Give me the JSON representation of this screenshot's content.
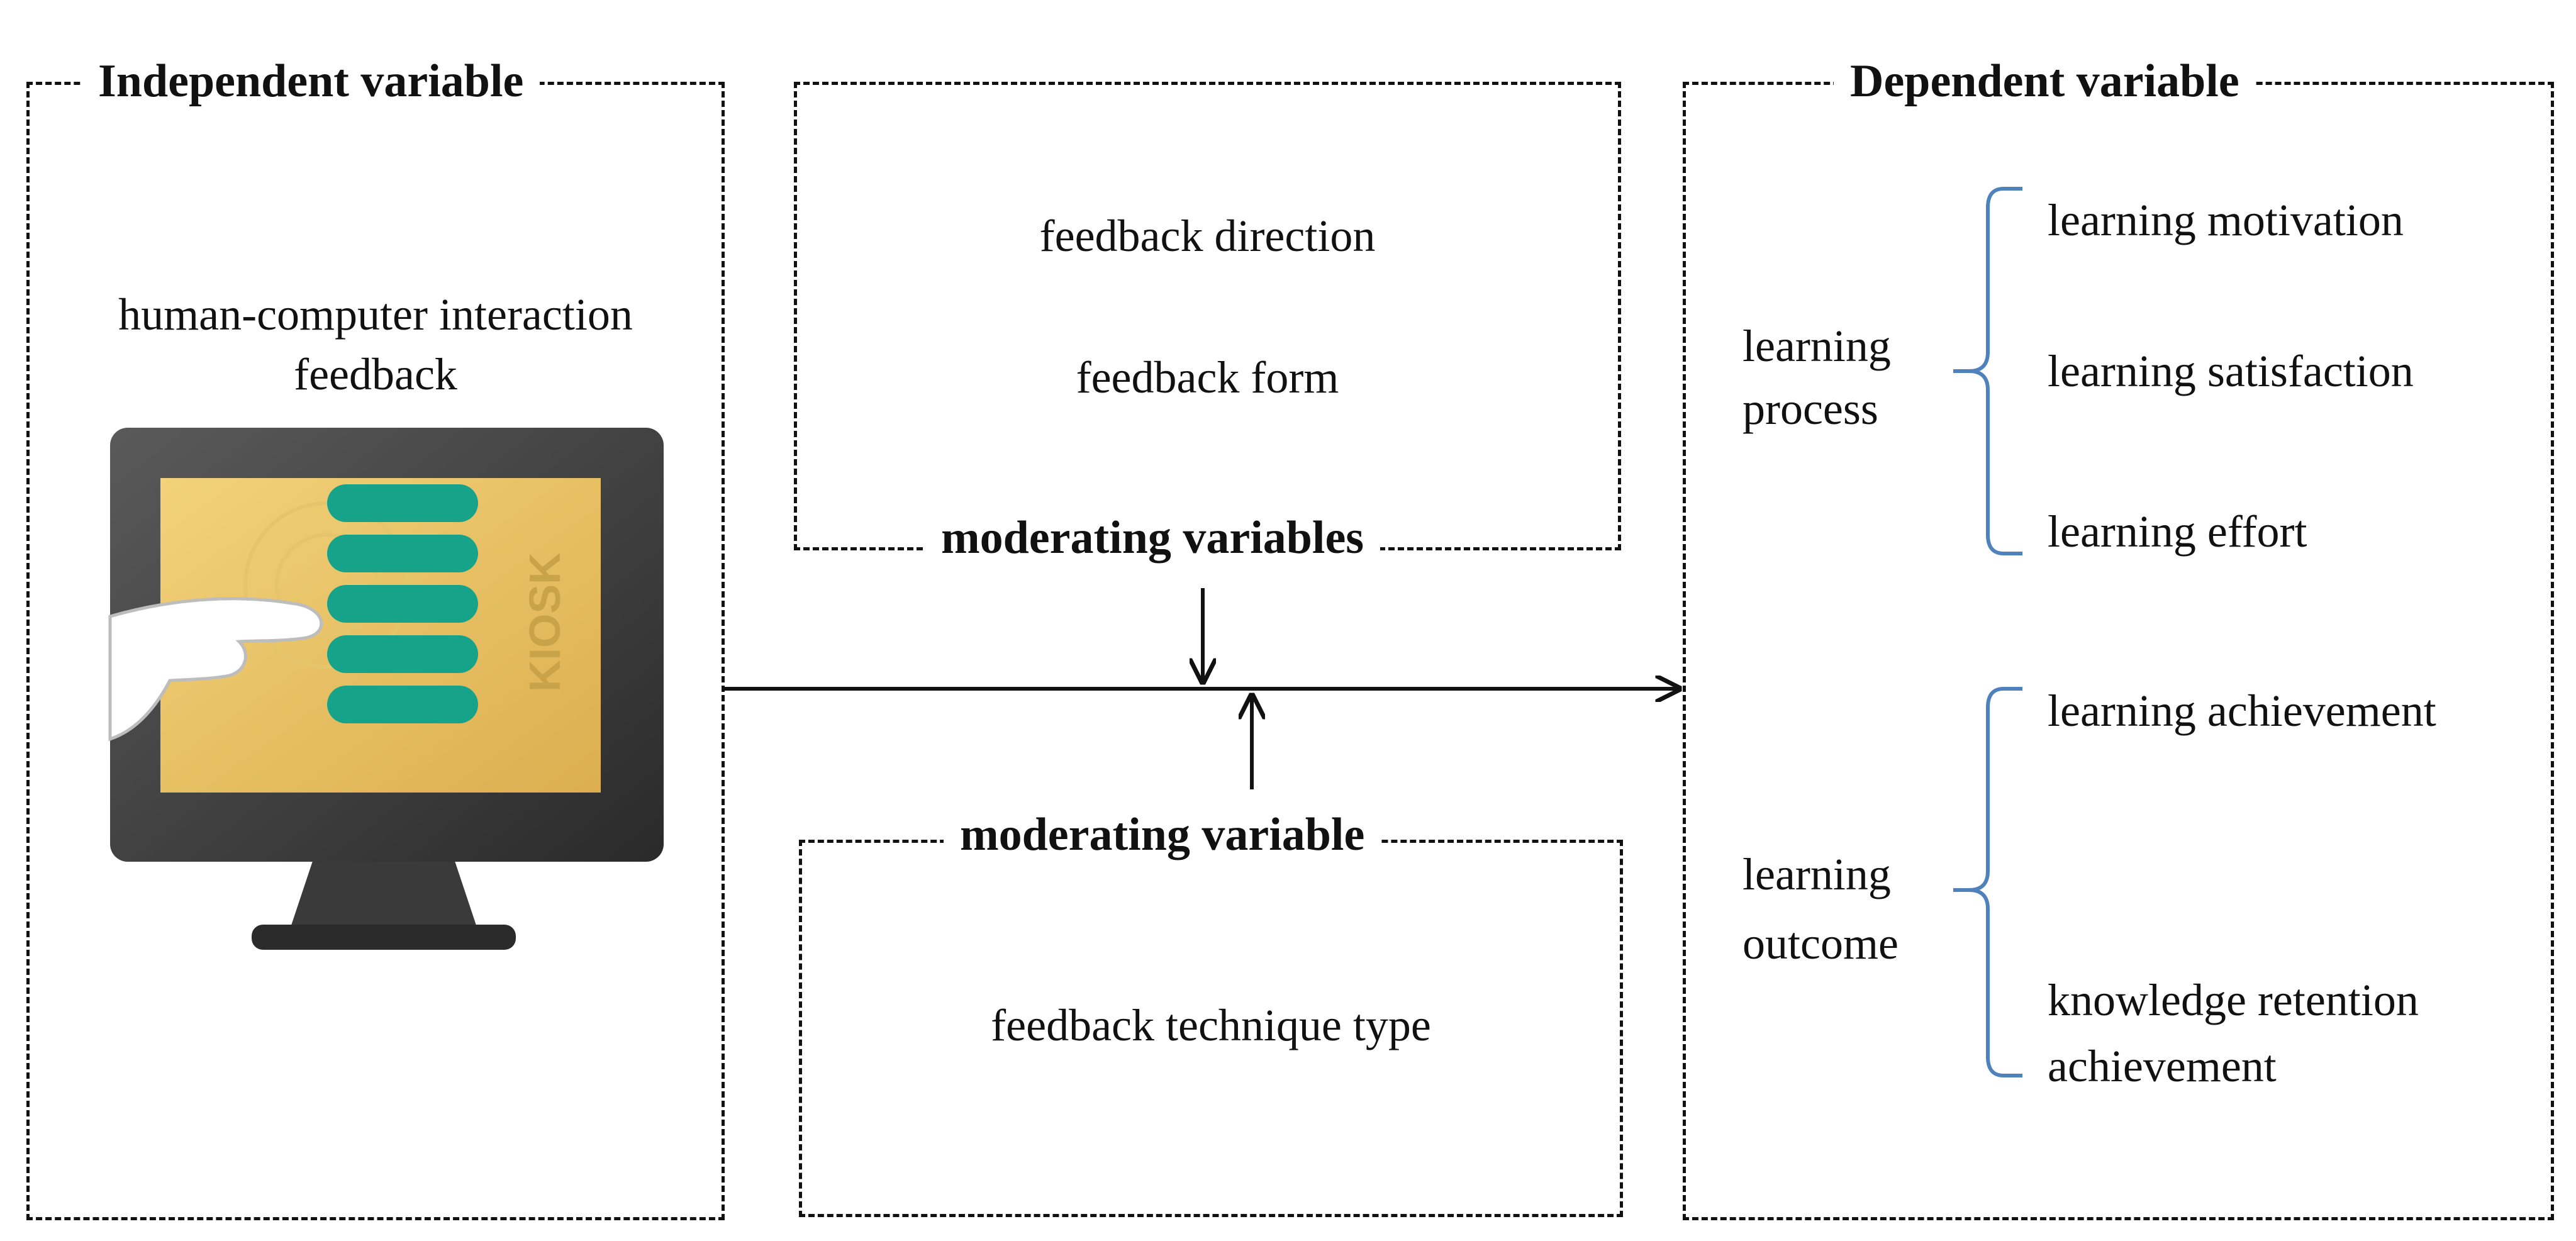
{
  "independent": {
    "title": "Independent variable",
    "label_line1": "human-computer interaction",
    "label_line2": "feedback",
    "image": {
      "screen_text": "KIOSK"
    }
  },
  "moderators_top": {
    "title": "moderating variables",
    "items": [
      "feedback direction",
      "feedback form"
    ]
  },
  "moderator_bottom": {
    "title": "moderating variable",
    "item": "feedback technique type"
  },
  "dependent": {
    "title": "Dependent variable",
    "groups": [
      {
        "label_line1": "learning",
        "label_line2": "process",
        "items": [
          "learning motivation",
          "learning satisfaction",
          "learning effort"
        ]
      },
      {
        "label_line1": "learning",
        "label_line2": "outcome",
        "items": [
          "learning achievement",
          "knowledge retention",
          "achievement"
        ]
      }
    ]
  },
  "colors": {
    "stroke": "#111111",
    "brace": "#4f81bd"
  }
}
